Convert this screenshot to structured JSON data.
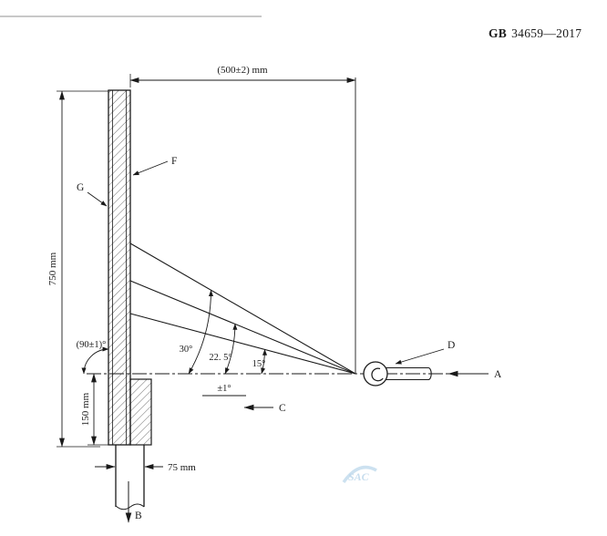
{
  "header": {
    "prefix": "GB",
    "number": "34659—2017"
  },
  "dimensions": {
    "top_width": "(500±2) mm",
    "board_height": "750 mm",
    "lower_height": "150 mm",
    "pipe_width": "75 mm"
  },
  "angles": {
    "a30": "30°",
    "a22_5": "22. 5°",
    "a15": "15°",
    "tolerance": "±1°",
    "right_angle": "(90±1)°"
  },
  "labels": {
    "A": "A",
    "B": "B",
    "C": "C",
    "D": "D",
    "F": "F",
    "G": "G"
  },
  "watermark": "SAC",
  "colors": {
    "line": "#1a1a1a",
    "watermark": "#a9cbe4"
  }
}
